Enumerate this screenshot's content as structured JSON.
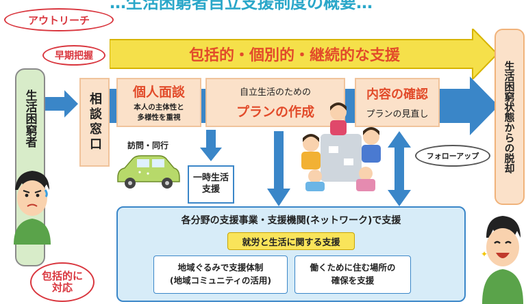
{
  "header": {
    "title_partial": "…生活困窮者自立支援制度の概要…"
  },
  "bubbles": {
    "outreach": "アウトリーチ",
    "early": "早期把握",
    "comprehensive_1": "包括的に",
    "comprehensive_2": "対応",
    "followup": "フォローアップ"
  },
  "subject": {
    "left": "生活困窮者",
    "right": "生活困窮状態からの脱却"
  },
  "banner": {
    "text": "包括的・個別的・継続的な支援"
  },
  "counter": {
    "text": "相談窓口"
  },
  "interview": {
    "title": "個人面談",
    "line1": "本人の主体性と",
    "line2": "多様性を重視"
  },
  "plan": {
    "line1": "自立生活のための",
    "line2": "プランの作成"
  },
  "review": {
    "title": "内容の確認",
    "line1": "プランの見直し"
  },
  "visit": {
    "label": "訪問・同行"
  },
  "temp": {
    "line1": "一時生活",
    "line2": "支援"
  },
  "network": {
    "title": "各分野の支援事業・支援機関(ネットワーク)で支援",
    "sub": "就労と生活に関する支援",
    "box1_line1": "地域ぐるみで支援体制",
    "box1_line2": "(地域コミュニティの活用)",
    "box2_line1": "働くために住む場所の",
    "box2_line2": "確保を支援"
  },
  "colors": {
    "banner": "#f5e04a",
    "arrow_blue": "#3a86c8",
    "peach": "#fbe1c9",
    "accent_red": "#e24b2a",
    "panel_blue": "#d7ecf8"
  }
}
